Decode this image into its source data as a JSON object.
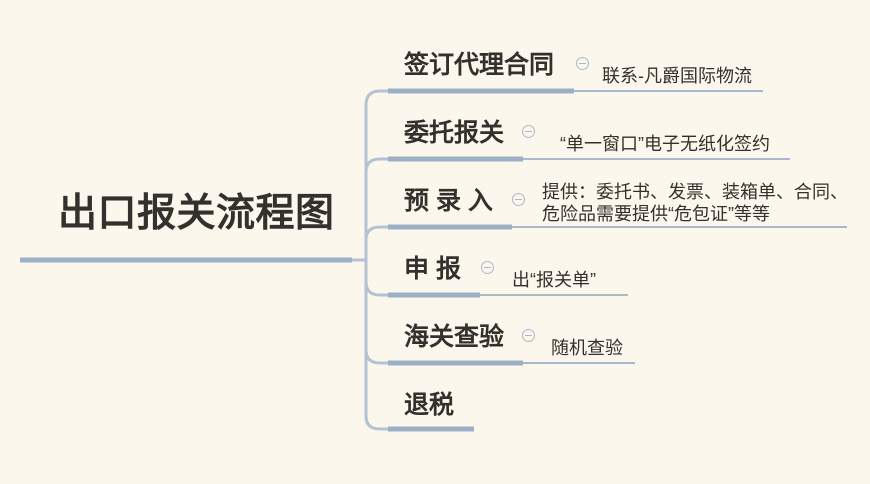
{
  "colors": {
    "background": "#fbf7ec",
    "node_line": "#9cb0c6",
    "branch_connector": "#b5c2d3",
    "note_line": "#a9b8ca",
    "text": "#33312d"
  },
  "diagram": {
    "type": "mindmap",
    "layout": "tree-right"
  },
  "root": {
    "label": "出口报关流程图"
  },
  "branches": [
    {
      "label": "签订代理合同",
      "collapse_icon": "minus-circle",
      "notes": [
        "联系-凡爵国际物流"
      ]
    },
    {
      "label": "委托报关",
      "collapse_icon": "minus-circle",
      "notes": [
        "“单一窗口”电子无纸化签约"
      ]
    },
    {
      "label": "预 录 入",
      "collapse_icon": "minus-circle",
      "notes": [
        "提供：委托书、发票、装箱单、合同、",
        "危险品需要提供“危包证”等等"
      ]
    },
    {
      "label": "申 报",
      "collapse_icon": "minus-circle",
      "notes": [
        "出“报关单”"
      ]
    },
    {
      "label": "海关查验",
      "collapse_icon": "minus-circle",
      "notes": [
        "随机查验"
      ]
    },
    {
      "label": "退税",
      "collapse_icon": null,
      "notes": []
    }
  ]
}
